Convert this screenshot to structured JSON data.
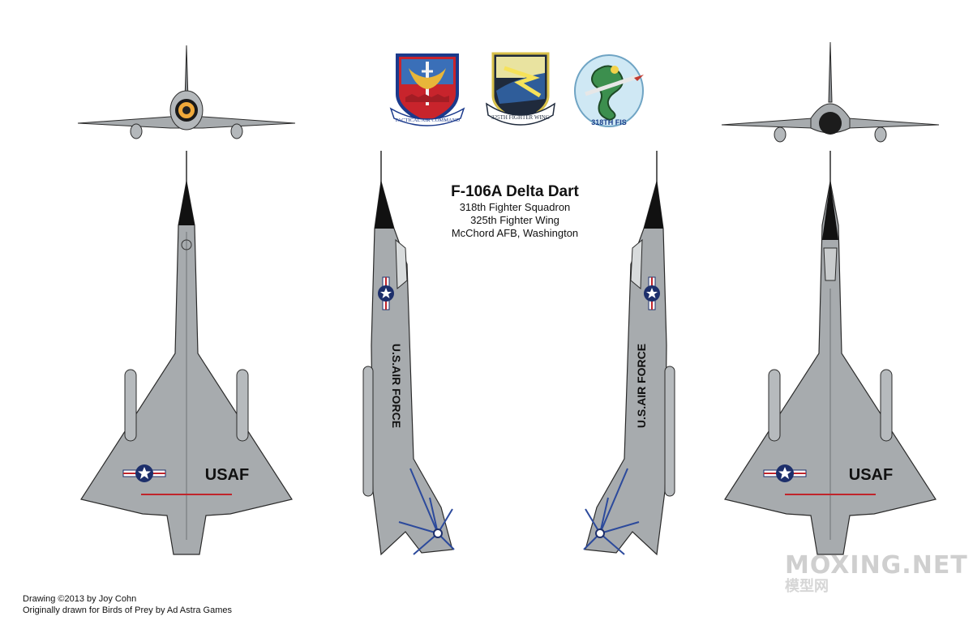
{
  "title": "F-106A Delta Dart",
  "subtitle_lines": [
    "318th Fighter Squadron",
    "325th Fighter Wing",
    "McChord AFB, Washington"
  ],
  "credits": [
    "Drawing ©2013 by Joy Cohn",
    "Originally drawn for Birds of Prey by Ad Astra Games"
  ],
  "watermark": {
    "main": "MOXING.NET",
    "sub": "模型网"
  },
  "insignia": {
    "tac": "TACTICAL AIR COMMAND",
    "wing": "325TH FIGHTER WING",
    "squadron": "318TH FIS"
  },
  "markings": {
    "usaf": "USAF",
    "us_air_force": "U.S.AIR FORCE"
  },
  "colors": {
    "aircraft_gray": "#a7abae",
    "outline": "#2b2b2b",
    "radome": "#111111",
    "stripe_red": "#c0242b",
    "star_blue": "#1d2f6b",
    "sunburst_blue": "#2c4a9c"
  }
}
